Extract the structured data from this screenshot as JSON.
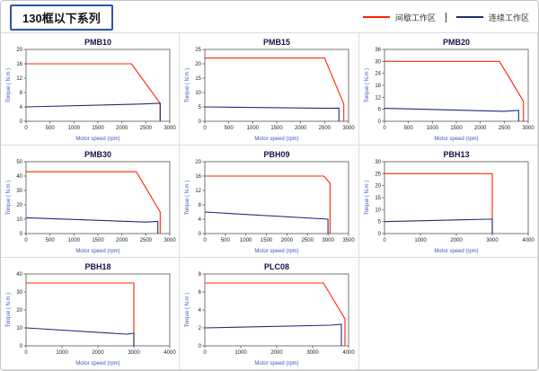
{
  "header": {
    "series_title": "130框以下系列"
  },
  "legend": {
    "position": "top-right",
    "items": [
      {
        "label": "间歇工作区",
        "color": "#ff2400"
      },
      {
        "label": "连续工作区",
        "color": "#1f2d7a"
      }
    ]
  },
  "chart_data": [
    {
      "type": "line",
      "title": "PMB10",
      "xlabel": "Motor speed (rpm)",
      "ylabel": "Torque ( N.m )",
      "xlim": [
        0,
        3000
      ],
      "xticks": [
        0,
        500,
        1000,
        1500,
        2000,
        2500,
        3000
      ],
      "ylim": [
        0,
        20
      ],
      "yticks": [
        0,
        4,
        8,
        12,
        16,
        20
      ],
      "grid": false,
      "series": [
        {
          "name": "间歇工作区",
          "color": "#ff2400",
          "points": [
            [
              0,
              16
            ],
            [
              2200,
              16
            ],
            [
              2800,
              5
            ],
            [
              2800,
              0
            ]
          ]
        },
        {
          "name": "连续工作区",
          "color": "#1f2d7a",
          "points": [
            [
              0,
              4
            ],
            [
              2400,
              4.8
            ],
            [
              2800,
              5
            ],
            [
              2800,
              0
            ]
          ]
        }
      ]
    },
    {
      "type": "line",
      "title": "PMB15",
      "xlabel": "Motor speed (rpm)",
      "ylabel": "Torque ( N.m )",
      "xlim": [
        0,
        3000
      ],
      "xticks": [
        0,
        500,
        1000,
        1500,
        2000,
        2500,
        3000
      ],
      "ylim": [
        0,
        25
      ],
      "yticks": [
        0,
        5,
        10,
        15,
        20,
        25
      ],
      "grid": false,
      "series": [
        {
          "name": "间歇工作区",
          "color": "#ff2400",
          "points": [
            [
              0,
              22
            ],
            [
              2500,
              22
            ],
            [
              2900,
              6
            ],
            [
              2900,
              0
            ]
          ]
        },
        {
          "name": "连续工作区",
          "color": "#1f2d7a",
          "points": [
            [
              0,
              5
            ],
            [
              2600,
              4.5
            ],
            [
              2800,
              4.6
            ],
            [
              2800,
              0
            ]
          ]
        }
      ]
    },
    {
      "type": "line",
      "title": "PMB20",
      "xlabel": "Motor speed (rpm)",
      "ylabel": "Torque ( N.m )",
      "xlim": [
        0,
        3000
      ],
      "xticks": [
        0,
        500,
        1000,
        1500,
        2000,
        2500,
        3000
      ],
      "ylim": [
        0,
        36
      ],
      "yticks": [
        0,
        6,
        12,
        18,
        24,
        30,
        36
      ],
      "grid": false,
      "series": [
        {
          "name": "间歇工作区",
          "color": "#ff2400",
          "points": [
            [
              0,
              30
            ],
            [
              2400,
              30
            ],
            [
              2900,
              10
            ],
            [
              2900,
              0
            ]
          ]
        },
        {
          "name": "连续工作区",
          "color": "#1f2d7a",
          "points": [
            [
              0,
              6.5
            ],
            [
              2500,
              5
            ],
            [
              2800,
              5.5
            ],
            [
              2800,
              0
            ]
          ]
        }
      ]
    },
    {
      "type": "line",
      "title": "PMB30",
      "xlabel": "Motor speed (rpm)",
      "ylabel": "Torque ( N.m )",
      "xlim": [
        0,
        3000
      ],
      "xticks": [
        0,
        500,
        1000,
        1500,
        2000,
        2500,
        3000
      ],
      "ylim": [
        0,
        50
      ],
      "yticks": [
        0,
        10,
        20,
        30,
        40,
        50
      ],
      "grid": false,
      "series": [
        {
          "name": "间歇工作区",
          "color": "#ff2400",
          "points": [
            [
              0,
              43
            ],
            [
              2300,
              43
            ],
            [
              2800,
              15
            ],
            [
              2800,
              0
            ]
          ]
        },
        {
          "name": "连续工作区",
          "color": "#1f2d7a",
          "points": [
            [
              0,
              11
            ],
            [
              2500,
              8
            ],
            [
              2750,
              8.5
            ],
            [
              2750,
              0
            ]
          ]
        }
      ]
    },
    {
      "type": "line",
      "title": "PBH09",
      "xlabel": "Motor speed (rpm)",
      "ylabel": "Torque ( N.m )",
      "xlim": [
        0,
        3500
      ],
      "xticks": [
        0,
        500,
        1000,
        1500,
        2000,
        2500,
        3000,
        3500
      ],
      "ylim": [
        0,
        20
      ],
      "yticks": [
        0,
        4,
        8,
        12,
        16,
        20
      ],
      "grid": false,
      "series": [
        {
          "name": "间歇工作区",
          "color": "#ff2400",
          "points": [
            [
              0,
              16
            ],
            [
              2900,
              16
            ],
            [
              3050,
              14
            ],
            [
              3050,
              0
            ]
          ]
        },
        {
          "name": "连续工作区",
          "color": "#1f2d7a",
          "points": [
            [
              0,
              6
            ],
            [
              3000,
              4
            ],
            [
              3000,
              0
            ]
          ]
        }
      ]
    },
    {
      "type": "line",
      "title": "PBH13",
      "xlabel": "Motor speed (rpm)",
      "ylabel": "Torque ( N.m )",
      "xlim": [
        0,
        4000
      ],
      "xticks": [
        0,
        1000,
        2000,
        3000,
        4000
      ],
      "ylim": [
        0,
        30
      ],
      "yticks": [
        0,
        5,
        10,
        15,
        20,
        25,
        30
      ],
      "grid": false,
      "series": [
        {
          "name": "间歇工作区",
          "color": "#ff2400",
          "points": [
            [
              0,
              25
            ],
            [
              3000,
              25
            ],
            [
              3000,
              0
            ]
          ]
        },
        {
          "name": "连续工作区",
          "color": "#1f2d7a",
          "points": [
            [
              0,
              5
            ],
            [
              2900,
              6
            ],
            [
              3000,
              6
            ],
            [
              3000,
              0
            ]
          ]
        }
      ]
    },
    {
      "type": "line",
      "title": "PBH18",
      "xlabel": "Motor speed (rpm)",
      "ylabel": "Torque ( N.m )",
      "xlim": [
        0,
        4000
      ],
      "xticks": [
        0,
        1000,
        2000,
        3000,
        4000
      ],
      "ylim": [
        0,
        40
      ],
      "yticks": [
        0,
        10,
        20,
        30,
        40
      ],
      "grid": false,
      "series": [
        {
          "name": "间歇工作区",
          "color": "#ff2400",
          "points": [
            [
              0,
              35
            ],
            [
              3000,
              35
            ],
            [
              3000,
              0
            ]
          ]
        },
        {
          "name": "连续工作区",
          "color": "#1f2d7a",
          "points": [
            [
              0,
              10
            ],
            [
              2800,
              6.5
            ],
            [
              3000,
              7
            ],
            [
              3000,
              0
            ]
          ]
        }
      ]
    },
    {
      "type": "line",
      "title": "PLC08",
      "xlabel": "Motor speed (rpm)",
      "ylabel": "Torque ( N.m )",
      "xlim": [
        0,
        4000
      ],
      "xticks": [
        0,
        1000,
        2000,
        3000,
        4000
      ],
      "ylim": [
        0,
        8
      ],
      "yticks": [
        0,
        2,
        4,
        6,
        8
      ],
      "grid": false,
      "series": [
        {
          "name": "间歇工作区",
          "color": "#ff2400",
          "points": [
            [
              0,
              7
            ],
            [
              3300,
              7
            ],
            [
              3900,
              3
            ],
            [
              3900,
              0
            ]
          ]
        },
        {
          "name": "连续工作区",
          "color": "#1f2d7a",
          "points": [
            [
              0,
              2
            ],
            [
              3500,
              2.3
            ],
            [
              3800,
              2.4
            ],
            [
              3800,
              0
            ]
          ]
        }
      ]
    }
  ]
}
